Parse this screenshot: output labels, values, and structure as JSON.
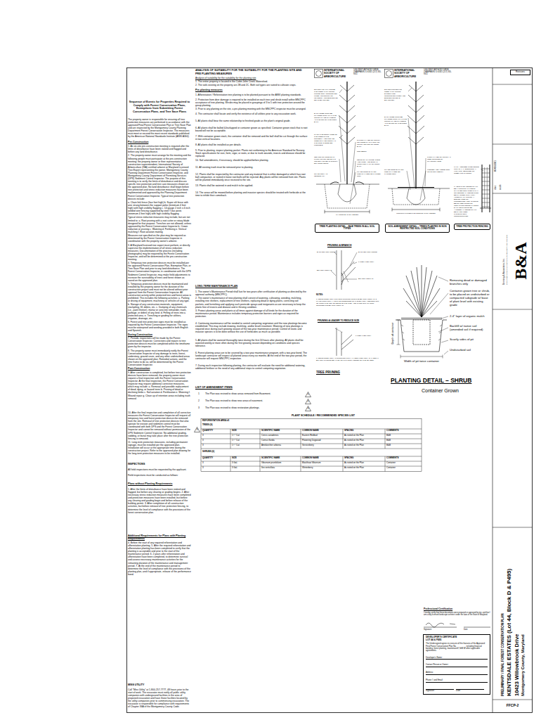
{
  "diagram": {
    "nodes": [
      {
        "text": [
          "Revisions"
        ]
      },
      {
        "text": [
          "TREE PLANTING DETAIL – B&B TREES IN ALL SOIL TYPES"
        ]
      },
      {
        "text": [
          "SOIL AMENDMENT DETAIL – TREES PLANTED IN NON RESTRICTED SOIL CONDITIONS"
        ]
      },
      {
        "text": [
          "TREE PROTECTION FENCING"
        ]
      },
      {
        "text": [
          "DEVELOPER'S CERTIFICATE",
          "LOT 44 & P495",
          "The Undersigned agrees to execute all the features of the Approved Final Forest Conservation Plan No. ________ including financial bonding, forest planting, maintenance, and all other applicable agreements.",
          "Developer's Name:",
          "Contact Person or Owner:",
          "Address:",
          "Phone # and Email:",
          "Signature",
          "Date"
        ]
      },
      {
        "text": [
          "1"
        ]
      },
      {
        "text": [
          "2"
        ]
      },
      {
        "text": [
          "3"
        ]
      },
      {
        "text": [
          "3"
        ]
      }
    ],
    "labels": [
      "Sequence of Events for Properties Required to Comply with Forest Conservation Plans, Exemptions from Submitting Forest Conservation Plans, and Tree Save Plans",
      "The property owner is responsible for ensuring all tree protection measures are performed in accordance with the approved Final Forest Conservation Plan or Tree Save Plan and are inspected by the Montgomery County Planning Department Forest Conservation Inspector. The measures must meet or exceed the most recent standards published by the American National Standards Institute (ANSI A300).",
      "Pre-Construction",
      "1. An on-site pre-construction meeting is required after the limits of disturbance have been staked and flagged and before any land disturbance.",
      "2. The property owner must arrange for the meeting and the following people must participate at the pre-construction meeting: the property owner or their representative, construction superintendent, International Society of Arboriculture (ISA) certified arborist or Maryland Licensed Tree Expert representing the owner, Montgomery County Planning Department Forest Conservation Inspector, and Montgomery County Department of Permitting Services (DPS) Sediment Control Inspector. The purpose of this meeting is to verify the limits of disturbance and discuss specific tree protection and tree care measures shown on the approved plan. No land disturbance shall begin before tree protection and stress reduction measures have been implemented and approved by the Planning Department Forest Conservation Inspector. Typical tree protection devices include:",
      "a. Chain link fence (four feet high) b. Super silt fence with wire strung between the support poles (minimum 4 feet high) with high visibility flagging c. 14 gauge 2 inch x 4 inch welded wire fencing supported by steel T-bar posts (minimum 4 feet high) with high visibility flagging",
      "Typical stress reduction measures may include, but are not limited to: a. Root pruning with a root cutter or rotary blade designed for that purpose. Trenches are not allowed, unless approved by the Forest Conservation Inspector b. Crown reduction or pruning c. Watering d. Fertilizing e. Vertical mulching f. Root aeration matting",
      "Measures not specified on the plan may be required as determined by the Forest Conservation Inspector in coordination with the property owner's arborist.",
      "3. A Maryland licensed tree expert must perform, or directly supervise the implementation of all stress reduction measures. Documentation of the process (including photographs) may be required by the Forest Conservation Inspector, and will be determined at the pre-construction meeting.",
      "4. Temporary tree protection devices must be installed per the approved Forest Conservation Plan, Exemption Plan, or Tree Save Plan and prior to any land disturbance. The Forest Conservation Inspector, in coordination with the DPS Sediment Control Inspector, may make field adjustments to increase the survivability of trees and forest shown as saved on the approved plan.",
      "5. Temporary protection devices must be maintained and installed by the property owner for the duration of the construction project and must not be altered without prior approval from the Forest Conservation Inspector. All construction activity within protected tree and forest areas is prohibited. This includes the following activities: a. Parking or driving of equipment, machinery or vehicles of any type. b. Storage of any construction materials, equipment, stockpiling, fill, debris, etc. c. Dumping of any chemicals (i.e., paint thinner), mortar or concrete remainder, trash, garbage, or debris of any kind. d. Felling of trees into a protected area. e. Trenching or grading for utilities, irrigation, drainage, etc.",
      "6. Forest and tree protection signs must be installed as required by the Forest Conservation Inspector. The signs must be waterproof and wording provided in both English and Spanish.",
      "During Construction",
      "7. Periodic inspections will be made by the Forest Conservation Inspector. Corrections and repairs to tree protection devices must be completed within the timeframe given by the inspector.",
      "8. The property owner must immediately notify the Forest Conservation Inspector of any damage to trees, forest, understory, ground cover, and any other undisturbed areas shown on the approved plan. Remedial actions, and the time frame to do so, will be determined by the Forest Conservation Inspector.",
      "Post-Construction",
      "9. After construction is completed, but before tree protection devices have been removed, the property owner must request a final inspection with the Forest Conservation Inspector. At the final inspection, the Forest Conservation Inspector may require additional corrective measures, which may include: a. Removal and possible replacement of dead, dying, or hazard trees b. Pruning of dead or declining limbs c. Soil aeration d. Fertilization e. Watering f. Wound repair g. Clean up of retention areas including trash removal",
      "10. After the final inspection and completion of all corrective measures the Forest Conservation Inspector will request all temporary tree and forest protection devices be removed from the site. Removal of tree protection devices that also operate for erosion and sediment control must be coordinated with both DPS and the Forest Conservation Inspector and cannot be removed without permission of the DPS Sediment Control Inspector. No additional grading, sodding, or burial may take place after the tree protection fencing is removed.",
      "11. Long-term protection measures, including permanent signage, must be installed per the approved plan. Installation will occur at the appropriate time during the construction project. Refer to the approved plan drawing for the long-term protection measures to be installed.",
      "INSPECTIONS",
      "All field inspections must be requested by the applicant.",
      "Field inspections must be conducted as follows:",
      "Plans without Planting Requirements",
      "1. After the limits of disturbance have been staked and flagged, but before any clearing or grading begins. 2. After necessary stress reduction measures have been completed and protection measures have been installed, but before any clearing and grading begin and before release of the building permit. 3. After completion of all construction activities, but before removal of tree protection fencing, to determine the level of compliance with the provisions of the forest conservation plan.",
      "Additional Requirements for Plans with Planting Requirements",
      "4. Before the start of any required reforestation and afforestation planting. 5. After the required reforestation and afforestation planting has been completed to verify that the planting is acceptable and prior to the start of the maintenance period. 6. 2 years after reforestation and afforestation have been completed, to determine survival and assess necessary maintenance activities for the remaining duration of the maintenance and management period. 7. At the end of the maintenance period to determine the level of compliance with the provisions of the planting plan, and if appropriate, release of the performance bond.",
      "MISS UTILITY",
      "Call \"Miss Utility\" at 1-800-257-7777, 48 hours prior to the start of work. The excavator must notify all public utility companies with underground facilities in the area of proposed excavation and have those facilities located by the utility companies prior to commencing excavation. The excavator is responsible for compliance with requirements of Chapter 36A of the Montgomery County Code.",
      "ANALYSIS OF SUITABILITY FOR THE SUITABILITY FOR THE PLANTING SITE AND PRE PLANTING MEASURES",
      "Analysis of suitability for the suitability for the planting site",
      "1. The entire property is located in the Cabin John Creek Watershed.",
      "2. The soils existing on the property are 2B and 2C. Both soil types are suited to cultivate crops.",
      "Pre-planting measures",
      "1. Afforestation / Reforestation tree planting is to be planted pursuant to the ANSI planting standards.",
      "2. Protection from deer damage is required to be installed on each tree and shrub install within MNCPPC acceptance of tree planting. Shrubs may be placed in groupings of 3 to 5 with tree protection around the group planting.",
      "3. Prior to any planting on the site, a pre-planting meeting with the MNCPPC inspector must be arranged.",
      "4. The contractor shall locate and verify the existence of all utilities prior to any excavation work.",
      "5. All plants shall bear the same relationship to finished grade as the plant's original grade.",
      "6. All plants shall be balled & burlapped or container grown as specified. Container grown stock that is root bound will not be acceptable.",
      "7. With container grown stock, the container shall be removed and the ball shall be cut through the surface in two vertical locations.",
      "8. All plants shall be installed as per details.",
      "9. Prior to planting, inspect planting pocket. Plants not conforming to the American Standard for Nursery Stock specifications for size, form, vigor, or roots, or due to trunk wounds, insects and disease should be replaced.",
      "10. Soil amendments, if necessary, should be applied before planting.",
      "11. All existing trash must be removed prior to planting.",
      "12. Plants shall be inspected by the contractor and any material that is either damaged or which has root ball compaction, or rooted in loose root balls will be rejected. Any plants will be removed from site. Plants will be planted immediately once received to the site.",
      "13. Plants shall be watered in and mulch to be applied.",
      "14. The areas will be mowed before planting and invasive species should be treated with herbicide at the time to inhibit their comeback.",
      "LONG-TERM MAINTENANCE PLAN",
      "1. The owner's Maintenance Period shall last for two years after certification of planting as directed by the approval authority (MNCPPC).",
      "2. The owner's maintenance of new planting shall consist of watering, cultivating, weeding, mulching, installing tree shelters, replacement of tree shelters, replacing dead or dying plants, correcting soil pockets, and furnishing and applying such pesticide sprays and invigorants as are necessary to keep the plants free of insects and disease and in thriving condition.",
      "3. Protect planting areas and plants at all times against damage of all kinds for the duration of the maintenance period. Maintenance includes temporary protection barriers and signs as required for protection.",
      "4. Continuing maintenance will be needed to control competing vegetation until the new plantings become established. This may include mowing, mulching, and/or brush treatment. Watering of new plantings is required once during each growing season of the two-year maintenance period. Control of exotic and invasive species is to be done without the use of herbicides as much as possible.",
      "5. All plants shall be watered thoroughly twice during the first 24 hours after planting. All plants shall be watered weekly or more often during the first growing season depending on conditions and species tolerance.",
      "6. Forest planting areas are to be covered by a two year maintenance program, with a two-year bond. The landscape contractor will inspect all planted areas every six months. At the end of the two year period, the contractor will request MNCPPC inspection.",
      "7. During each inspection following planting, the contractor will evaluate the need for additional watering, additional fertilizer or the need of any additional steps to control competing vegetation.",
      "LIST OF AMENDMENT ITEMS",
      "1",
      "The Plan was revised to show areas removed from Easement.",
      "2",
      "The Plan was revised to show new areas of easement.",
      "3",
      "The Plan was revised to show restoration plantings.",
      "PLANT SCHEDULE / RECOMMENDED SPECIES LIST",
      "REFORESTATION AREA #1",
      "TREES (9)",
      "QUANTITY",
      "SIZE",
      "SCIENTIFIC NAME",
      "COMMON NAME",
      "SPACING",
      "COMMENTS",
      "3",
      "1½\" Cal.",
      "Cercis canadensis",
      "Eastern Redbud",
      "As noted on the Plan",
      "B&B",
      "3",
      "1½\" Cal.",
      "Cornus florida",
      "Flowering Dogwood",
      "As noted on the Plan",
      "B&B",
      "3",
      "1½\" Cal.",
      "Amelanchier arborea",
      "Serviceberry",
      "As noted on the Plan",
      "B&B",
      "SHRUBS (6)",
      "QUANTITY",
      "SIZE",
      "SCIENTIFIC NAME",
      "COMMON NAME",
      "SPACING",
      "COMMENTS",
      "3",
      "3 Gal.",
      "Viburnum prunifolium",
      "Blackhaw Viburnum",
      "As noted on the Plan",
      "Container",
      "3",
      "3 Gal.",
      "Ilex verticillata",
      "Winterberry",
      "As noted on the Plan",
      "Container",
      "INTERNATIONAL SOCIETY OF ARBORICULTURE",
      "1400 WEST ANTHONY DRIVE CHAMPAIGN, IL 61821 (217) 355-9411",
      "INTERNATIONAL SOCIETY OF ARBORICULTURE",
      "1400 WEST ANTHONY DRIVE CHAMPAIGN, IL 61821 (217) 355-9411",
      "DO NOT HEAVILY PRUNE THE TREE AT PLANTING. PRUNE ONLY CROSSOVER LIMBS, CO-DOMINANT LEADERS, AND BROKEN OR DEAD BRANCHES.",
      "EACH TREE MUST BE PLANTED SUCH THAT THE TRUNK FLARE IS VISIBLE AT THE TOP OF THE ROOT BALL.",
      "MARK THE NORTH SIDE OF THE TREE IN THE NURSERY, AND ROTATE TREE TO FACE NORTH AT THE SITE WHENEVER POSSIBLE.",
      "SET TOP OF ROOT BALL FLUSH TO GRADE OR 1-2 INCHES HIGHER IN SLOWLY DRAINING SOILS.",
      "STAKE ONLY AS NECESSARY",
      "2-3 INCH LAYER OF MULCH. NO MORE THAN 1 INCH OF MULCH ON TOP OF ROOT BALL.",
      "SOIL BERM",
      "REMOVE ALL TWINE, ROPE AND WIRE, AND BURLAP FROM TOP HALF OF ROOT BALL.",
      "PLACE ROOT BALL ON UNEXCAVATED OR TAMPED SOIL.",
      "3 X ROOT BALL DIAMETER",
      "DO NOT PRUNE THE TREE AT PLANTING EXCEPT FOR CROSSOVER LIMBS AND BROKEN OR DEAD BRANCHES.",
      "EACH TREE MUST BE PLANTED SUCH THAT THE TRUNK FLARE IS VISIBLE AT THE TOP OF THE ROOT BALL.",
      "3 INCH LAYER OF MULCH, 3 FEET OUTSIDE OF PLANTING HOLE",
      "LOOSEN AND AMEND SOIL TO 12 INCH DEPTH",
      "MINIMUM 3 TIMES THE ROOT BALL DIAMETER",
      "PLACE ROOT BALL ON UNEXCAVATED OR TAMPED SOIL",
      "14 GA. WELDED WIRE FENCE WITH 2\" X 4\" OPENINGS, 4' HIGH MIN. SECURED TO STEEL T-BAR POSTS",
      "1. HEIGHT OF FENCE SHALL BE 4' MINIMUM. 2. POSTS SHALL BE INSTALLED 8' MAX. ON CENTER. 3. FENCE MUST BE FLAGGED WITH HIGH VISIBILITY FLAGGING. 4. BOUNDARIES OF PROTECTION AREA SHOULD BE STAKED PRIOR TO INSTALLING FENCE. 5. ROOT DAMAGE SHOULD BE AVOIDED. 6. FENCE SHALL BE MAINTAINED THROUGHOUT CONSTRUCTION.",
      "PRUNING A BRANCH",
      "BARK BRANCH RIDGE",
      "BRANCH COLLAR",
      "BARK BRANCH RIDGE",
      "LATERAL BRANCH",
      "BRANCH COLLAR",
      "NOTES:",
      "1. REMOVE BRANCH WITHOUT CUTTING INTO THE BRANCH COLLAR. 2. MAKE FIRST CUT (A) ON THE UNDERSIDE OF THE BRANCH, SECOND CUT (B) FROM THE TOP TO REMOVE THE LIMB, AND THIRD CUT (C) JUST OUTSIDE THE BRANCH COLLAR.",
      "PRUNING A LEADER TO REDUCE SIZE",
      "LATERAL BRANCH",
      "1. REMOVE BRANCH AT JUNCTION WITH A LATERAL BRANCH. 2. LATERAL BRANCH SHOULD BE AT LEAST 1/3 THE DIAMETER OF THE LEADER.",
      "TREE PRUNING",
      "Removing dead or damaged branches only",
      "Container-grown tree or shrub, to be placed on undisturbed or compacted subgrade w/ base of plant level with existing grade",
      "2-4\" layer of organic mulch",
      "Backfill w/ native soil (amended soil if required)",
      "Scarify sides of pit",
      "Undisturbed soil",
      "Width of pit twice container",
      "Depth of container",
      "PLANTING DETAIL – SHRUB",
      "Container Grown",
      "date:",
      "07/06/2021",
      "scale:",
      "Benning & Associates, Inc.",
      "8933 Shady Grove Court, Gaithersburg, MD 20877 (301) 948-0240",
      "B&A",
      "PRELIMINARY / FINAL FOREST CONSERVATION PLAN",
      "KENTSDALE ESTATES (Lot 44, Block D & P495)",
      "10423 Willowbrook Drive",
      "Montgomery County, Maryland",
      "FFCP-2",
      "Professional Certification",
      "I hereby certify that these documents were prepared or approved by me, and that I am a duly licensed landscape architect under the laws of the State of Maryland.",
      "Signature",
      "Date"
    ]
  }
}
